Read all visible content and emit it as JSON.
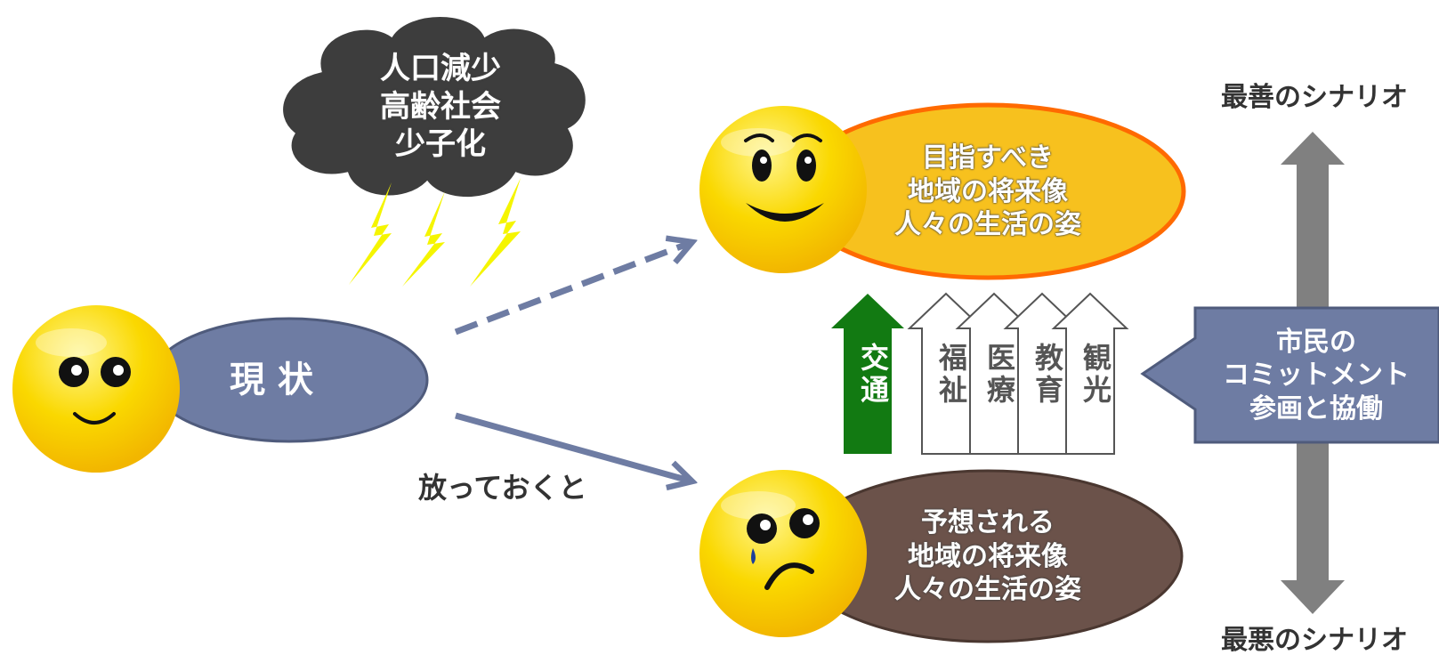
{
  "cloud": {
    "lines": [
      "人口減少",
      "高齢社会",
      "少子化"
    ]
  },
  "current": {
    "label": "現 状"
  },
  "arrow_label": "放っておくと",
  "best_future": {
    "lines": [
      "目指すべき",
      "地域の将来像",
      "人々の生活の姿"
    ]
  },
  "worst_future": {
    "lines": [
      "予想される",
      "地域の将来像",
      "人々の生活の姿"
    ]
  },
  "pillars": [
    {
      "label": "交通",
      "style": "filled"
    },
    {
      "label": "福祉",
      "style": "outline"
    },
    {
      "label": "医療",
      "style": "outline"
    },
    {
      "label": "教育",
      "style": "outline"
    },
    {
      "label": "観光",
      "style": "outline"
    }
  ],
  "citizen": {
    "lines": [
      "市民の",
      "コミットメント",
      "参画と協働"
    ]
  },
  "scenario": {
    "best": "最善のシナリオ",
    "worst": "最悪のシナリオ"
  },
  "colors": {
    "cloud": "#3d3d3d",
    "current_ellipse": "#6e7ca3",
    "best_ellipse": "#f7c11e",
    "best_outline": "#ff6a00",
    "worst_ellipse": "#6b524a",
    "smiley": "#f9d400",
    "traffic_pillar": "#127a12",
    "citizen_box": "#6e7ca3",
    "scenario_arrow": "#808080",
    "flow_arrow": "#6e7ca3",
    "lightning": "#f5f500"
  }
}
